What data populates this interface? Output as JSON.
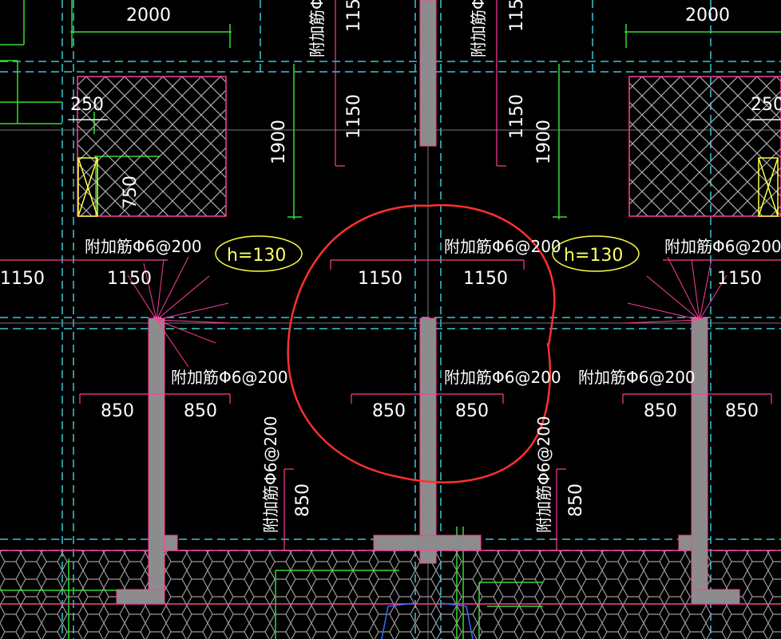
{
  "colors": {
    "background": "#000000",
    "wall": "#8c8c8c",
    "dim_line": "#ff3d9a",
    "green": "#33dd33",
    "cyan_dash": "#39c7d6",
    "white": "#ffffff",
    "yellow": "#ffff44",
    "red_mark": "#ff3030",
    "hatch": "#b0b0b0"
  },
  "labels": {
    "dim_2000": "2000",
    "dim_1150": "1150",
    "dim_1900": "1900",
    "dim_850": "850",
    "dim_250": "250",
    "dim_750": "750",
    "slab_height": "h=130",
    "rebar_note": "附加筋Φ6@200"
  }
}
